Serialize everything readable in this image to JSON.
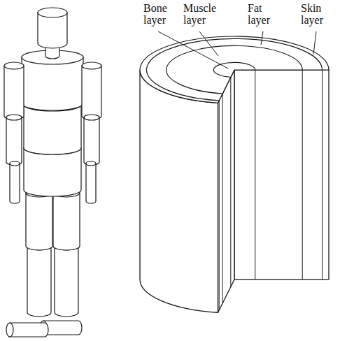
{
  "diagram": {
    "labels": [
      "Bone layer",
      "Muscle layer",
      "Fat layer",
      "Skin layer"
    ]
  }
}
